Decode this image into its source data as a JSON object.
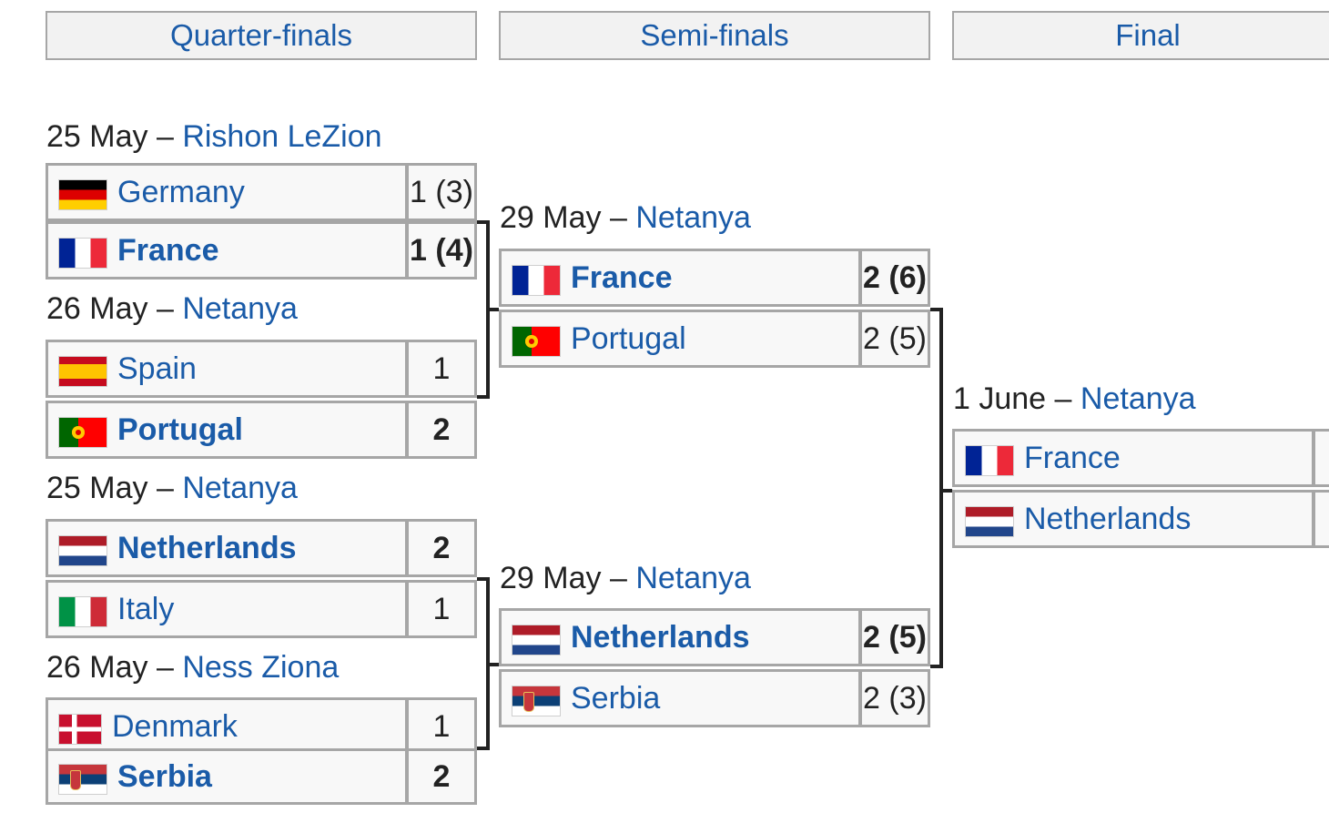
{
  "headers": {
    "qf": "Quarter-finals",
    "sf": "Semi-finals",
    "final": "Final"
  },
  "quarterfinals": [
    {
      "date": "25 May",
      "sep": " – ",
      "venue": "Rishon LeZion",
      "teams": [
        {
          "name": "Germany",
          "flag": "flag-germany",
          "score": "1 (3)",
          "winner": false
        },
        {
          "name": "France",
          "flag": "flag-france",
          "score": "1 (4)",
          "winner": true
        }
      ]
    },
    {
      "date": "26 May",
      "sep": " – ",
      "venue": "Netanya",
      "teams": [
        {
          "name": "Spain",
          "flag": "flag-spain",
          "score": "1",
          "winner": false
        },
        {
          "name": "Portugal",
          "flag": "flag-portugal",
          "score": "2",
          "winner": true
        }
      ]
    },
    {
      "date": "25 May",
      "sep": " – ",
      "venue": "Netanya",
      "teams": [
        {
          "name": "Netherlands",
          "flag": "flag-netherlands",
          "score": "2",
          "winner": true
        },
        {
          "name": "Italy",
          "flag": "flag-italy",
          "score": "1",
          "winner": false
        }
      ]
    },
    {
      "date": "26 May",
      "sep": " – ",
      "venue": "Ness Ziona",
      "teams": [
        {
          "name": "Denmark",
          "flag": "flag-denmark",
          "score": "1",
          "winner": false
        },
        {
          "name": "Serbia",
          "flag": "flag-serbia",
          "score": "2",
          "winner": true
        }
      ]
    }
  ],
  "semifinals": [
    {
      "date": "29 May",
      "sep": " – ",
      "venue": "Netanya",
      "teams": [
        {
          "name": "France",
          "flag": "flag-france",
          "score": "2 (6)",
          "winner": true
        },
        {
          "name": "Portugal",
          "flag": "flag-portugal",
          "score": "2 (5)",
          "winner": false
        }
      ]
    },
    {
      "date": "29 May",
      "sep": " – ",
      "venue": "Netanya",
      "teams": [
        {
          "name": "Netherlands",
          "flag": "flag-netherlands",
          "score": "2 (5)",
          "winner": true
        },
        {
          "name": "Serbia",
          "flag": "flag-serbia",
          "score": "2 (3)",
          "winner": false
        }
      ]
    }
  ],
  "final": {
    "date": "1 June",
    "sep": " – ",
    "venue": "Netanya",
    "teams": [
      {
        "name": "France",
        "flag": "flag-france"
      },
      {
        "name": "Netherlands",
        "flag": "flag-netherlands"
      }
    ]
  }
}
